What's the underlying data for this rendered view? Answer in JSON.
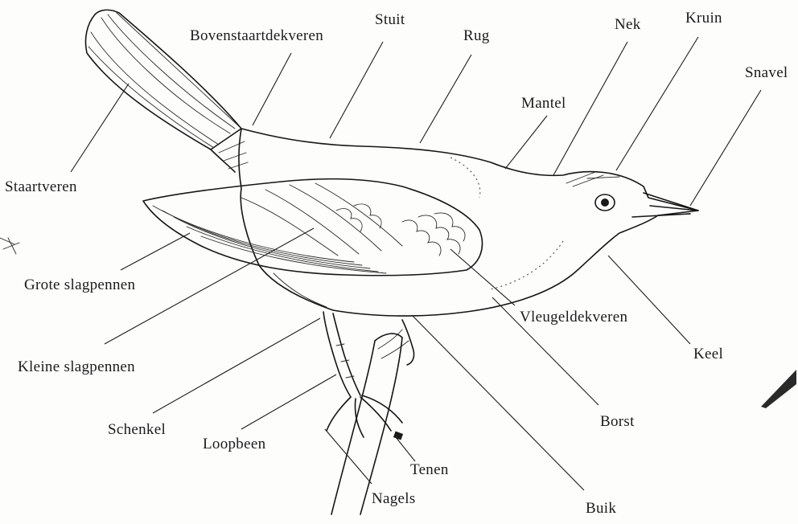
{
  "labels": {
    "bovenstaartdekveren": "Bovenstaartdekveren",
    "stuit": "Stuit",
    "rug": "Rug",
    "nek": "Nek",
    "kruin": "Kruin",
    "snavel": "Snavel",
    "mantel": "Mantel",
    "staartveren": "Staartveren",
    "grote_slagpennen": "Grote slagpennen",
    "kleine_slagpennen": "Kleine slagpennen",
    "vleugeldekveren": "Vleugeldekveren",
    "keel": "Keel",
    "schenkel": "Schenkel",
    "loopbeen": "Loopbeen",
    "borst": "Borst",
    "tenen": "Tenen",
    "nagels": "Nagels",
    "buik": "Buik"
  }
}
